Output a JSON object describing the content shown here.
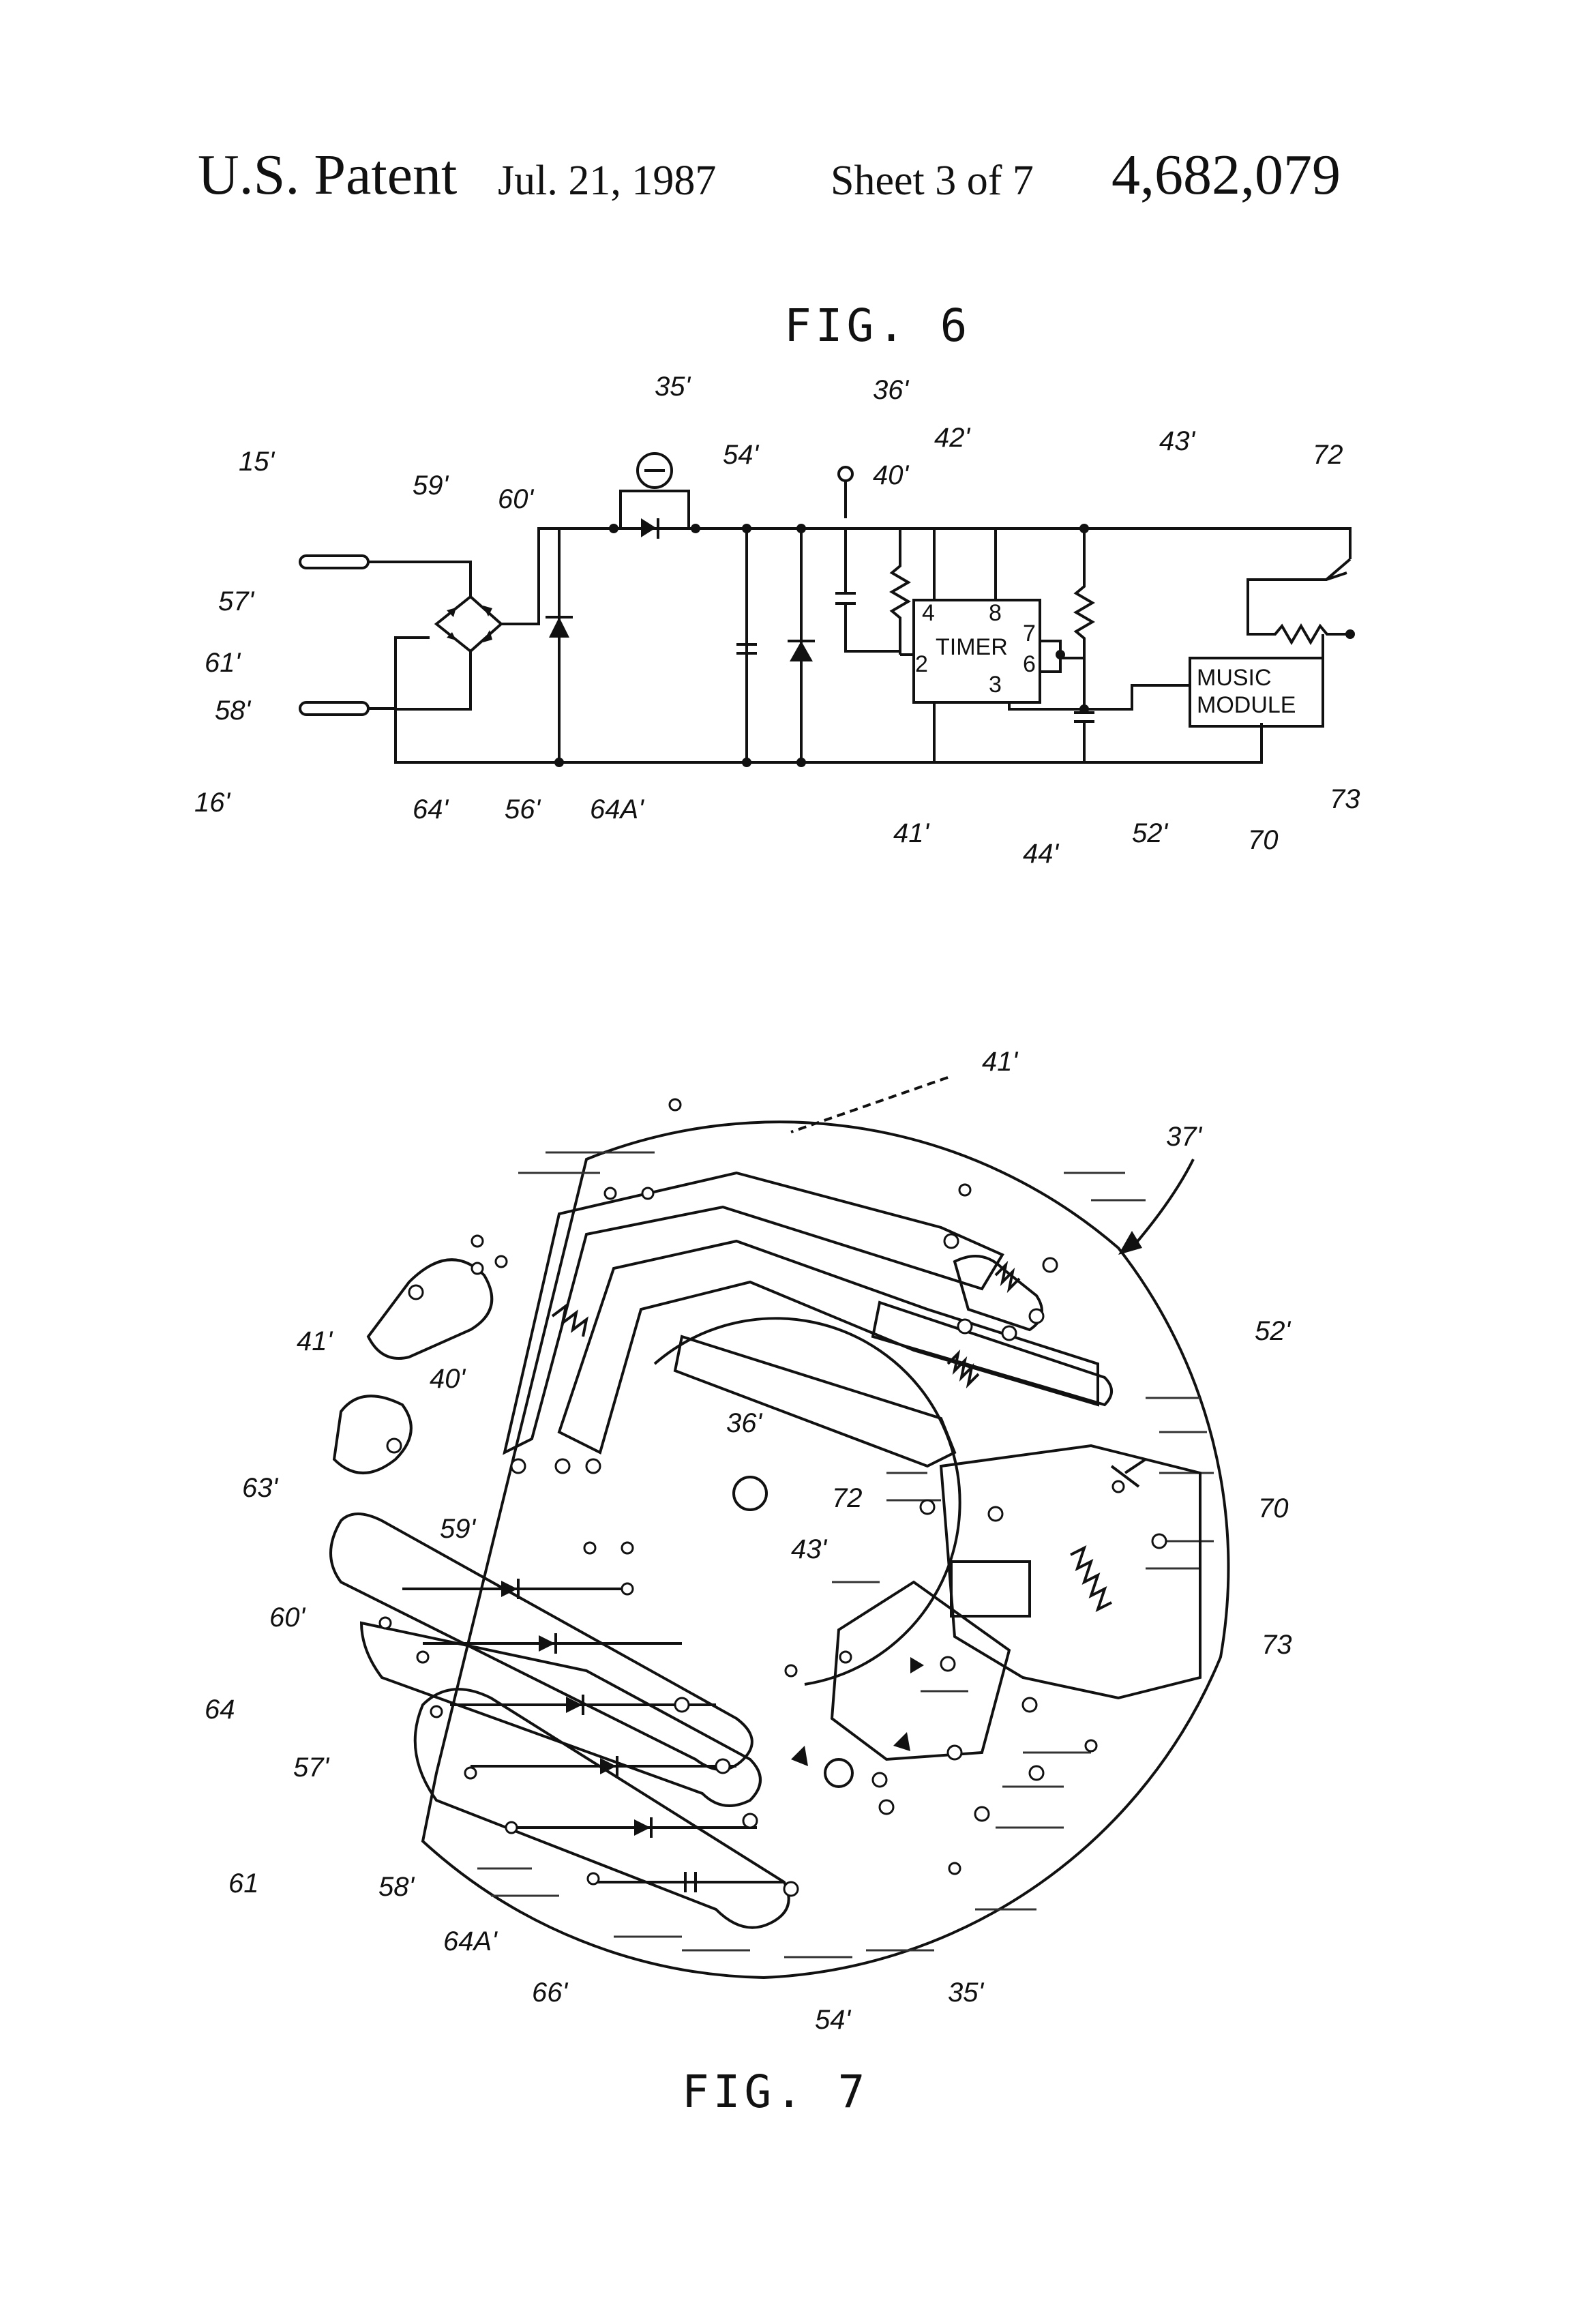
{
  "header": {
    "title": "U.S. Patent",
    "date": "Jul. 21, 1987",
    "sheet": "Sheet 3 of 7",
    "patent_number": "4,682,079"
  },
  "fig6": {
    "caption": "FIG. 6",
    "labels": {
      "l15": "15'",
      "l16": "16'",
      "l57": "57'",
      "l61": "61'",
      "l58": "58'",
      "l59": "59'",
      "l60": "60'",
      "l64": "64'",
      "l56": "56'",
      "l64a": "64A'",
      "l35": "35'",
      "l54": "54'",
      "l36": "36'",
      "l40": "40'",
      "l42": "42'",
      "l43": "43'",
      "l72": "72",
      "l41": "41'",
      "l44": "44'",
      "l52": "52'",
      "l70": "70",
      "l73": "73"
    },
    "timer": {
      "name": "TIMER",
      "pin4": "4",
      "pin8": "8",
      "pin7": "7",
      "pin6": "6",
      "pin2": "2",
      "pin3": "3"
    },
    "music_module": {
      "line1": "MUSIC",
      "line2": "MODULE"
    }
  },
  "fig7": {
    "caption": "FIG. 7",
    "labels": {
      "l41a": "41'",
      "l37": "37'",
      "l41b": "41'",
      "l52": "52'",
      "l40": "40'",
      "l36": "36'",
      "l63": "63'",
      "l72": "72",
      "l70": "70",
      "l59": "59'",
      "l43": "43'",
      "l60": "60'",
      "l73": "73",
      "l64": "64",
      "l57": "57'",
      "l61": "61",
      "l58": "58'",
      "l64a": "64A'",
      "l66": "66'",
      "l54": "54'",
      "l35": "35'"
    }
  }
}
